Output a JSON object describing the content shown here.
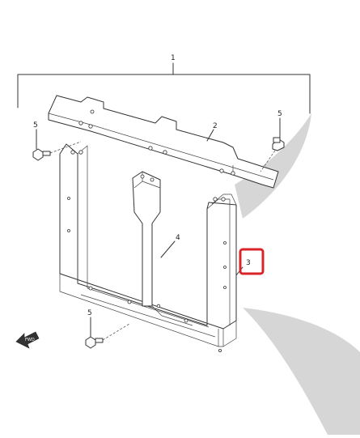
{
  "callouts": {
    "assembly": "1",
    "upper_member": "2",
    "frame_panel": "3",
    "inner_bracket": "4",
    "bolt_right": "5",
    "bolt_left": "5",
    "bolt_bottom": "5"
  },
  "highlight": {
    "target": "3",
    "color": "#d9252a"
  },
  "colors": {
    "line": "#333333",
    "watermark": "#d6d6d6"
  },
  "icons": {
    "front_arrow": "front-arrow-icon"
  }
}
